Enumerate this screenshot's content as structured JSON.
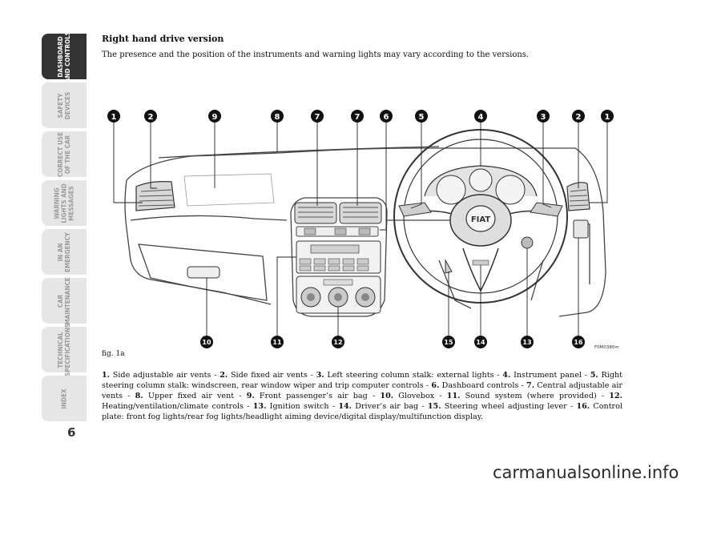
{
  "tabs": [
    {
      "label": "DASHBOARD\nAND CONTROLS",
      "active": true
    },
    {
      "label": "SAFETY\nDEVICES",
      "active": false
    },
    {
      "label": "CORRECT USE\nOF THE CAR",
      "active": false
    },
    {
      "label": "WARNING\nLIGHTS AND\nMESSAGES",
      "active": false
    },
    {
      "label": "IN AN\nEMERGENCY",
      "active": false
    },
    {
      "label": "CAR\nMAINTENANCE",
      "active": false
    },
    {
      "label": "TECHNICAL\nSPECIFICATIONS",
      "active": false
    },
    {
      "label": "INDEX",
      "active": false
    }
  ],
  "page_number": "6",
  "heading": "Right hand drive version",
  "intro": "The presence and the position of the instruments and warning lights may vary according to the versions.",
  "figure": {
    "top_callouts": [
      "1",
      "2",
      "9",
      "8",
      "7",
      "7",
      "6",
      "5",
      "4",
      "3",
      "2",
      "1"
    ],
    "bottom_callouts": [
      "10",
      "11",
      "12",
      "15",
      "14",
      "13",
      "16"
    ],
    "code": "F0M0380m",
    "logo_text": "FIAT",
    "label": "fig. 1a"
  },
  "caption": [
    {
      "n": "1.",
      "t": " Side adjustable air vents - "
    },
    {
      "n": "2.",
      "t": " Side fixed air vents - "
    },
    {
      "n": "3.",
      "t": " Left steering column stalk: external lights - "
    },
    {
      "n": "4.",
      "t": " Instrument panel - "
    },
    {
      "n": "5.",
      "t": " Right steering column stalk: windscreen, rear window wiper and trip computer controls - "
    },
    {
      "n": "6.",
      "t": " Dashboard controls - "
    },
    {
      "n": "7.",
      "t": " Central adjustable air vents - "
    },
    {
      "n": "8.",
      "t": " Upper fixed air vent - "
    },
    {
      "n": "9.",
      "t": " Front passenger’s air bag - "
    },
    {
      "n": "10.",
      "t": " Glovebox - "
    },
    {
      "n": "11.",
      "t": " Sound system (where provided) - "
    },
    {
      "n": "12.",
      "t": " Heating/ventilation/climate controls - "
    },
    {
      "n": "13.",
      "t": " Ignition switch - "
    },
    {
      "n": "14.",
      "t": " Driver’s air bag - "
    },
    {
      "n": "15.",
      "t": " Steering wheel adjusting lever - "
    },
    {
      "n": "16.",
      "t": " Control plate: front fog lights/rear fog lights/headlight aiming device/digital display/multifunction display."
    }
  ],
  "watermark": "carmanualsonline.info"
}
